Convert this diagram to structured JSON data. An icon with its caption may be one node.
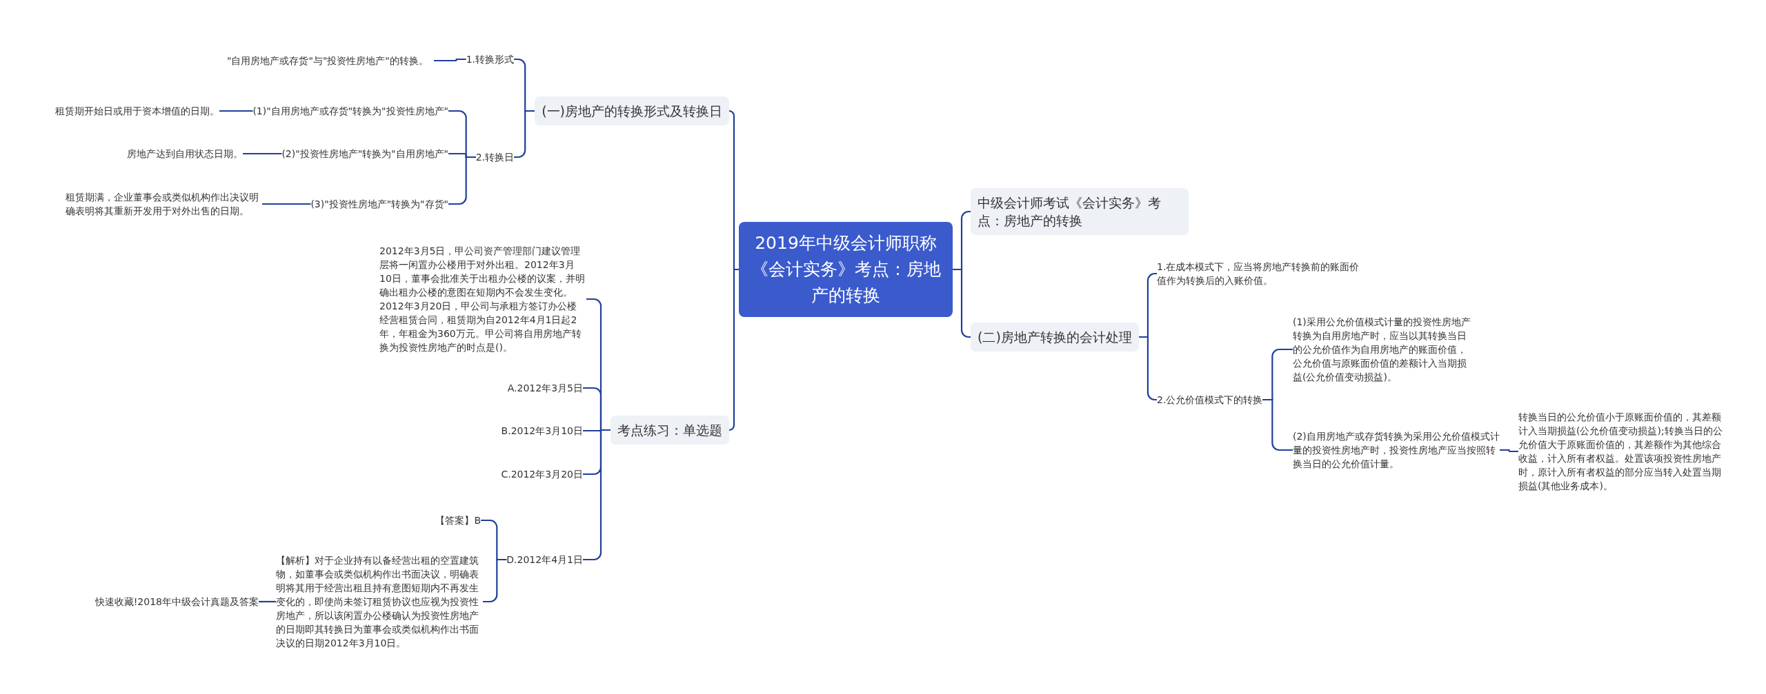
{
  "diagram": {
    "nodes": [
      {
        "text": [
          "2019年中级会计师职称《会计实务》考点：房地产的转换"
        ]
      },
      {
        "text": [
          "中级会计师考试《会计实务》考点：房地产的转换"
        ]
      },
      {
        "text": [
          "(二)房地产转换的会计处理"
        ]
      },
      {
        "text": [
          "1.在成本模式下，应当将房地产转换前的账面价值作为转换后的入账价值。"
        ]
      },
      {
        "text": [
          "2.公允价值模式下的转换"
        ]
      },
      {
        "text": [
          "(1)采用公允价值模式计量的投资性房地产转换为自用房地产时，应当以其转换当日的公允价值作为自用房地产的账面价值，公允价值与原账面价值的差额计入当期损益(公允价值变动损益)。"
        ]
      },
      {
        "text": [
          "(2)自用房地产或存货转换为采用公允价值模式计量的投资性房地产时，投资性房地产应当按照转换当日的公允价值计量。"
        ]
      },
      {
        "text": [
          "转换当日的公允价值小于原账面价值的，其差额计入当期损益(公允价值变动损益);转换当日的公允价值大于原账面价值的，其差额作为其他综合收益，计入所有者权益。处置该项投资性房地产时，原计入所有者权益的部分应当转入处置当期损益(其他业务成本)。"
        ]
      },
      {
        "text": [
          "(一)房地产的转换形式及转换日"
        ]
      },
      {
        "text": [
          "1.转换形式"
        ]
      },
      {
        "text": [
          "\"自用房地产或存货\"与\"投资性房地产\"的转换。"
        ]
      },
      {
        "text": [
          "2.转换日"
        ]
      },
      {
        "text": [
          "(1)\"自用房地产或存货\"转换为\"投资性房地产\""
        ]
      },
      {
        "text": [
          "租赁期开始日或用于资本增值的日期。"
        ]
      },
      {
        "text": [
          "(2)\"投资性房地产\"转换为\"自用房地产\""
        ]
      },
      {
        "text": [
          "房地产达到自用状态日期。"
        ]
      },
      {
        "text": [
          "(3)\"投资性房地产\"转换为\"存货\""
        ]
      },
      {
        "text": [
          "租赁期满，企业董事会或类似机构作出决议明确表明将其重新开发用于对外出售的日期。"
        ]
      },
      {
        "text": [
          "考点练习：单选题"
        ]
      },
      {
        "text": [
          "2012年3月5日，甲公司资产管理部门建议管理层将一闲置办公楼用于对外出租。2012年3月10日，董事会批准关于出租办公楼的议案，并明确出租办公楼的意图在短期内不会发生变化。2012年3月20日，甲公司与承租方签订办公楼经营租赁合同，租赁期为自2012年4月1日起2年，年租金为360万元。甲公司将自用房地产转换为投资性房地产的时点是()。"
        ]
      },
      {
        "text": [
          "A.2012年3月5日"
        ]
      },
      {
        "text": [
          "B.2012年3月10日"
        ]
      },
      {
        "text": [
          "C.2012年3月20日"
        ]
      },
      {
        "text": [
          "D.2012年4月1日"
        ]
      },
      {
        "text": [
          "【答案】B"
        ]
      },
      {
        "text": [
          "【解析】对于企业持有以备经营出租的空置建筑物，如董事会或类似机构作出书面决议，明确表明将其用于经营出租且持有意图短期内不再发生变化的，即使尚未签订租赁协议也应视为投资性房地产，所以该闲置办公楼确认为投资性房地产的日期即其转换日为董事会或类似机构作出书面决议的日期2012年3月10日。"
        ]
      },
      {
        "text": [
          "快速收藏!2018年中级会计真题及答案"
        ]
      }
    ],
    "edges": [
      {
        "from": 0,
        "to": 1,
        "arrow": "none"
      },
      {
        "from": 0,
        "to": 2,
        "arrow": "none"
      },
      {
        "from": 2,
        "to": 3,
        "arrow": "none"
      },
      {
        "from": 2,
        "to": 4,
        "arrow": "none"
      },
      {
        "from": 4,
        "to": 5,
        "arrow": "none"
      },
      {
        "from": 4,
        "to": 6,
        "arrow": "none"
      },
      {
        "from": 6,
        "to": 7,
        "arrow": "none"
      },
      {
        "from": 0,
        "to": 8,
        "arrow": "none"
      },
      {
        "from": 8,
        "to": 9,
        "arrow": "none"
      },
      {
        "from": 9,
        "to": 10,
        "arrow": "none"
      },
      {
        "from": 8,
        "to": 11,
        "arrow": "none"
      },
      {
        "from": 11,
        "to": 12,
        "arrow": "none"
      },
      {
        "from": 12,
        "to": 13,
        "arrow": "none"
      },
      {
        "from": 11,
        "to": 14,
        "arrow": "none"
      },
      {
        "from": 14,
        "to": 15,
        "arrow": "none"
      },
      {
        "from": 11,
        "to": 16,
        "arrow": "none"
      },
      {
        "from": 16,
        "to": 17,
        "arrow": "none"
      },
      {
        "from": 0,
        "to": 18,
        "arrow": "none"
      },
      {
        "from": 18,
        "to": 19,
        "arrow": "none"
      },
      {
        "from": 18,
        "to": 20,
        "arrow": "none"
      },
      {
        "from": 18,
        "to": 21,
        "arrow": "none"
      },
      {
        "from": 18,
        "to": 22,
        "arrow": "none"
      },
      {
        "from": 18,
        "to": 23,
        "arrow": "none"
      },
      {
        "from": 23,
        "to": 24,
        "arrow": "none"
      },
      {
        "from": 23,
        "to": 25,
        "arrow": "none"
      },
      {
        "from": 25,
        "to": 26,
        "arrow": "none"
      }
    ]
  }
}
